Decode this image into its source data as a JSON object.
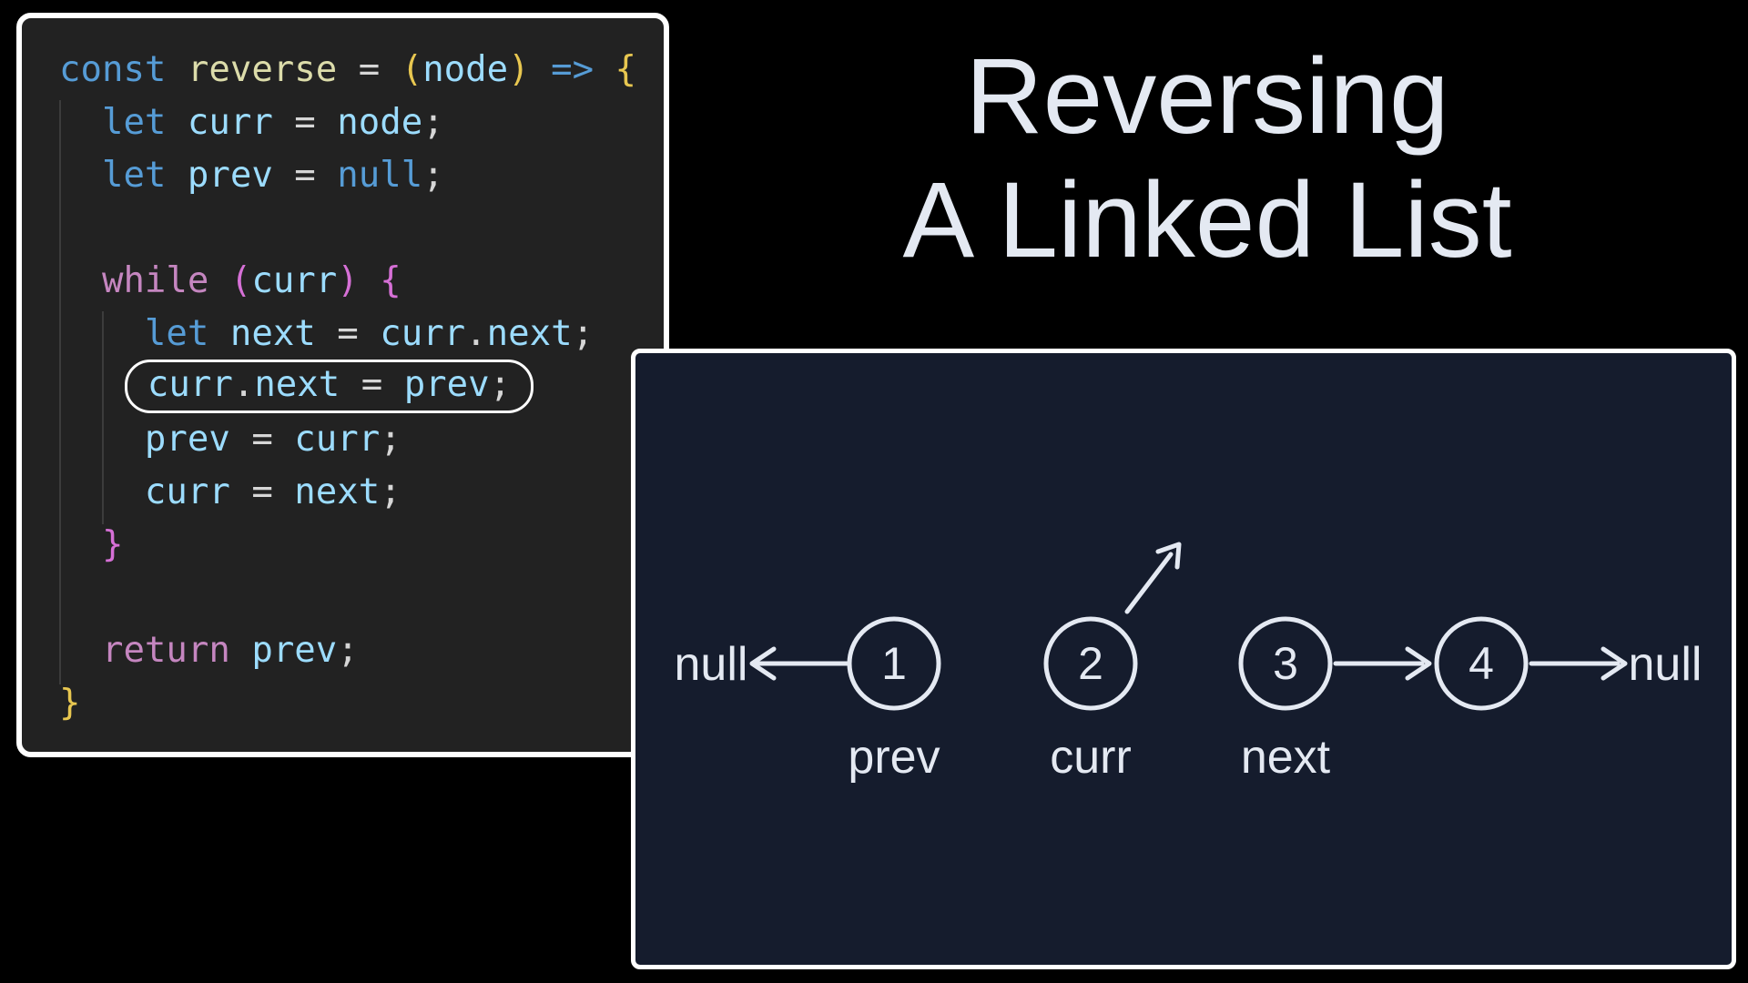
{
  "title": {
    "line1": "Reversing",
    "line2": "A Linked List"
  },
  "code": {
    "language": "javascript",
    "lines": [
      {
        "indent": 0,
        "tokens": [
          [
            "const",
            "kw"
          ],
          [
            " ",
            "op"
          ],
          [
            "reverse",
            "fn"
          ],
          [
            " = ",
            "op"
          ],
          [
            "(",
            "b1"
          ],
          [
            "node",
            "var"
          ],
          [
            ")",
            "b1"
          ],
          [
            " ",
            "op"
          ],
          [
            "=>",
            "kw"
          ],
          [
            " ",
            "op"
          ],
          [
            "{",
            "b1"
          ]
        ]
      },
      {
        "indent": 2,
        "tokens": [
          [
            "let",
            "kw"
          ],
          [
            " ",
            "op"
          ],
          [
            "curr",
            "var"
          ],
          [
            " = ",
            "op"
          ],
          [
            "node",
            "var"
          ],
          [
            ";",
            "op"
          ]
        ]
      },
      {
        "indent": 2,
        "tokens": [
          [
            "let",
            "kw"
          ],
          [
            " ",
            "op"
          ],
          [
            "prev",
            "var"
          ],
          [
            " = ",
            "op"
          ],
          [
            "null",
            "kw"
          ],
          [
            ";",
            "op"
          ]
        ]
      },
      {
        "indent": 0,
        "tokens": []
      },
      {
        "indent": 2,
        "tokens": [
          [
            "while",
            "mag"
          ],
          [
            " ",
            "op"
          ],
          [
            "(",
            "b2"
          ],
          [
            "curr",
            "var"
          ],
          [
            ")",
            "b2"
          ],
          [
            " ",
            "op"
          ],
          [
            "{",
            "b2"
          ]
        ]
      },
      {
        "indent": 4,
        "tokens": [
          [
            "let",
            "kw"
          ],
          [
            " ",
            "op"
          ],
          [
            "next",
            "var"
          ],
          [
            " = ",
            "op"
          ],
          [
            "curr",
            "var"
          ],
          [
            ".",
            "op"
          ],
          [
            "next",
            "var"
          ],
          [
            ";",
            "op"
          ]
        ]
      },
      {
        "indent": 4,
        "circled": true,
        "tokens": [
          [
            "curr",
            "var"
          ],
          [
            ".",
            "op"
          ],
          [
            "next",
            "var"
          ],
          [
            " = ",
            "op"
          ],
          [
            "prev",
            "var"
          ],
          [
            ";",
            "op"
          ]
        ]
      },
      {
        "indent": 4,
        "tokens": [
          [
            "prev",
            "var"
          ],
          [
            " = ",
            "op"
          ],
          [
            "curr",
            "var"
          ],
          [
            ";",
            "op"
          ]
        ]
      },
      {
        "indent": 4,
        "tokens": [
          [
            "curr",
            "var"
          ],
          [
            " = ",
            "op"
          ],
          [
            "next",
            "var"
          ],
          [
            ";",
            "op"
          ]
        ]
      },
      {
        "indent": 2,
        "tokens": [
          [
            "}",
            "b2"
          ]
        ]
      },
      {
        "indent": 0,
        "tokens": []
      },
      {
        "indent": 2,
        "tokens": [
          [
            "return",
            "mag"
          ],
          [
            " ",
            "op"
          ],
          [
            "prev",
            "var"
          ],
          [
            ";",
            "op"
          ]
        ]
      },
      {
        "indent": 0,
        "tokens": [
          [
            "}",
            "b1"
          ]
        ]
      }
    ]
  },
  "diagram": {
    "null_left": "null",
    "null_right": "null",
    "nodes": [
      {
        "value": "1",
        "label": "prev"
      },
      {
        "value": "2",
        "label": "curr"
      },
      {
        "value": "3",
        "label": "next"
      },
      {
        "value": "4",
        "label": ""
      }
    ],
    "arrows": [
      "node1-to-null-left",
      "curr-next-up-right",
      "node3-to-node4",
      "node4-to-null-right"
    ]
  },
  "colors": {
    "page_bg": "#000000",
    "code_bg": "#222222",
    "panel_border": "#ffffff",
    "diagram_bg": "#151c2d",
    "diagram_ink": "#e4e9f2",
    "title_text": "#e4e9f2",
    "syntax": {
      "keyword": "#569cd6",
      "variable": "#9cdcfe",
      "function": "#dcdcaa",
      "bracket_gold": "#e8c750",
      "bracket_pink": "#d670d6",
      "keyword_magenta": "#c586c0",
      "punctuation": "#d6d6d6"
    }
  }
}
